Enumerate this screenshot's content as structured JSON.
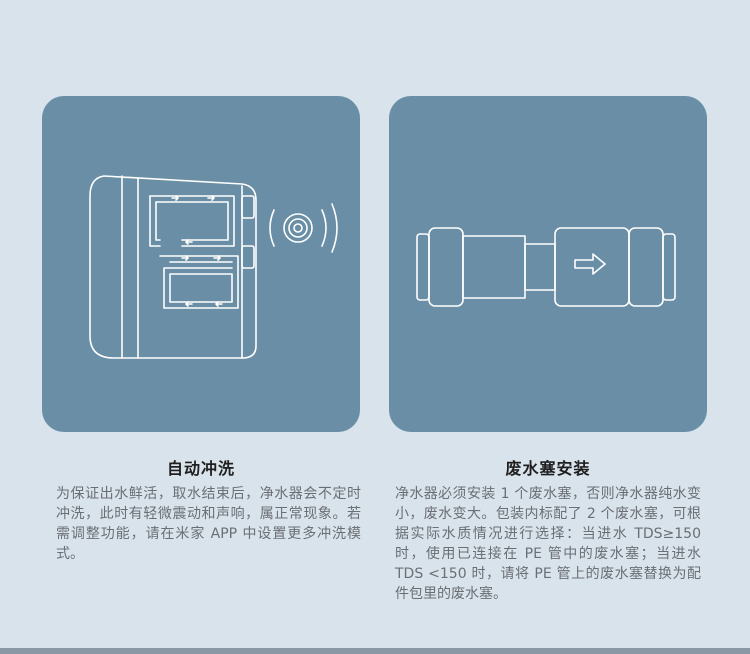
{
  "features": [
    {
      "title": "自动冲洗",
      "description": "为保证出水鲜活，取水结束后，净水器会不定时冲洗，此时有轻微震动和声响，属正常现象。若需调整功能，请在米家 APP 中设置更多冲洗模式。",
      "icon": "purifier-flush-icon"
    },
    {
      "title": "废水塞安装",
      "description": "净水器必须安装 1 个废水塞，否则净水器纯水变小，废水变大。包装内标配了 2 个废水塞，可根据实际水质情况进行选择：当进水 TDS≥150 时，使用已连接在 PE 管中的废水塞；当进水 TDS <150 时，请将 PE 管上的废水塞替换为配件包里的废水塞。",
      "icon": "waste-water-plug-icon"
    }
  ],
  "colors": {
    "background": "#d9e3ec",
    "card": "#6a8ea5",
    "line": "#ffffff",
    "title": "#1f1f1f",
    "text": "#6a6f74"
  }
}
